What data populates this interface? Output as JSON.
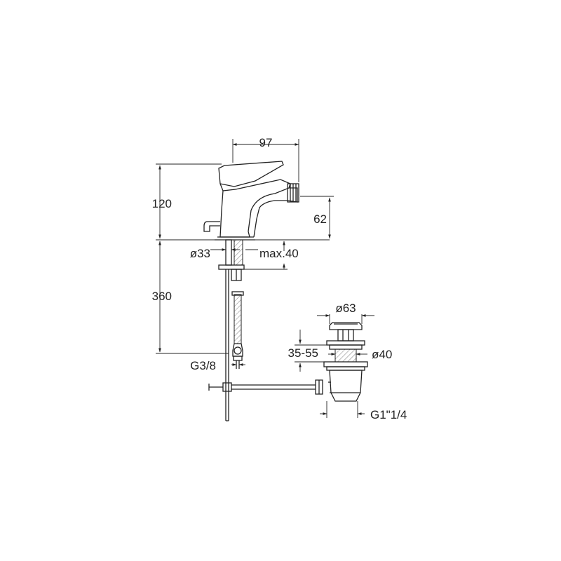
{
  "dimensions": {
    "spout_reach": "97",
    "total_height": "120",
    "spout_height": "62",
    "base_diameter": "ø33",
    "max_thickness": "max.40",
    "hose_length": "360",
    "connection": "G3/8",
    "waste_diameter": "ø63",
    "waste_range": "35-55",
    "waste_hole": "ø40",
    "waste_thread": "G1\"1/4"
  },
  "colors": {
    "line": "#222222",
    "background": "#ffffff"
  }
}
